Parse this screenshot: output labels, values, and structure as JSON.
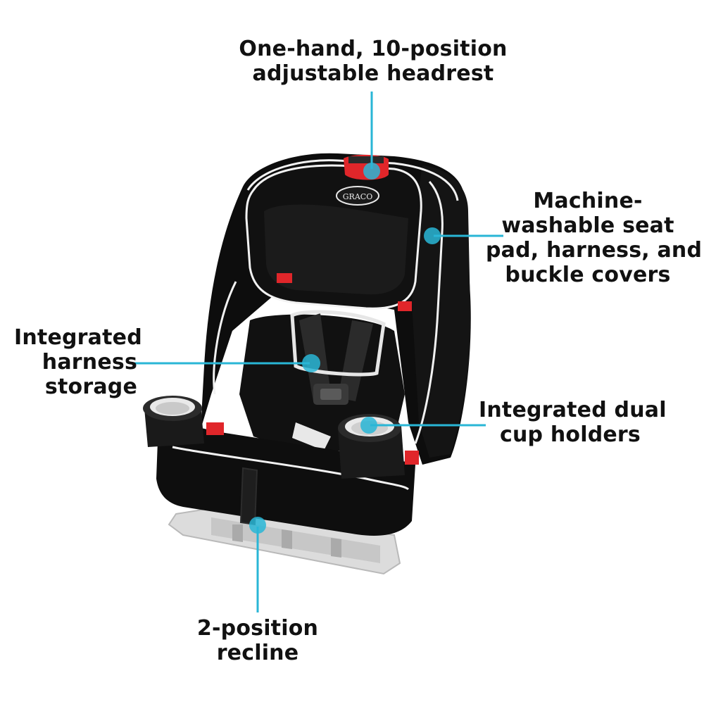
{
  "colors": {
    "accent": "#29b6d6",
    "seat_body": "#0d0d0d",
    "piping": "#f2f2f2",
    "red_accent": "#e0262a",
    "base": "#dcdcdc",
    "text": "#111111"
  },
  "product": {
    "brand_logo_text": "GRACO"
  },
  "callouts": {
    "headrest": {
      "line1": "One-hand, 10-position",
      "line2": "adjustable headrest"
    },
    "washable": {
      "line1": "Machine-",
      "line2": "washable seat",
      "line3": "pad, harness, and",
      "line4": "buckle covers"
    },
    "harness": {
      "line1": "Integrated",
      "line2": "harness",
      "line3": "storage"
    },
    "cupholders": {
      "line1": "Integrated dual",
      "line2": "cup holders"
    },
    "recline": {
      "line1": "2-position",
      "line2": "recline"
    }
  }
}
